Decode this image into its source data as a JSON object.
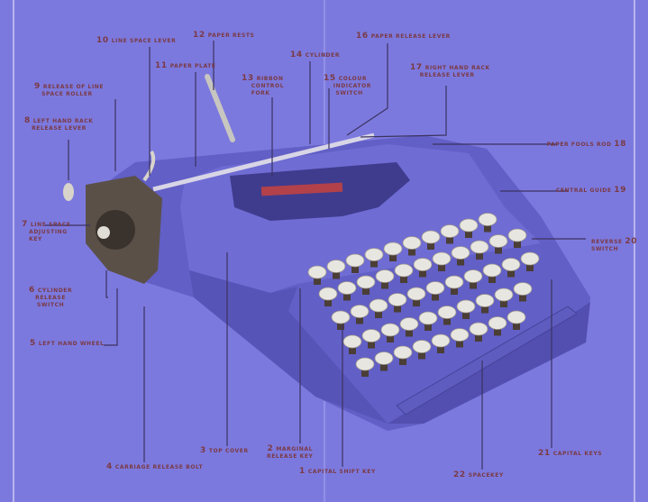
{
  "title": "Typewriter parts diagram",
  "colors": {
    "background": "#7c79de",
    "body": "#6e6bd0",
    "label": "#7a3a44",
    "key": "#e8e6e0"
  },
  "labels": [
    {
      "num": "1",
      "text": "CAPITAL SHIFT KEY"
    },
    {
      "num": "2",
      "text": "MARGINAL",
      "text2": "RELEASE KEY"
    },
    {
      "num": "3",
      "text": "TOP COVER"
    },
    {
      "num": "4",
      "text": "CARRIAGE RELEASE BOLT"
    },
    {
      "num": "5",
      "text": "LEFT HAND WHEEL"
    },
    {
      "num": "6",
      "text": "CYLINDER",
      "text2": "RELEASE",
      "text3": "SWITCH"
    },
    {
      "num": "7",
      "text": "LINE SPACE",
      "text2": "ADJUSTING",
      "text3": "KEY"
    },
    {
      "num": "8",
      "text": "LEFT HAND RACK",
      "text2": "RELEASE LEVER"
    },
    {
      "num": "9",
      "text": "RELEASE OF LINE",
      "text2": "SPACE ROLLER"
    },
    {
      "num": "10",
      "text": "LINE SPACE LEVER"
    },
    {
      "num": "11",
      "text": "PAPER PLATE"
    },
    {
      "num": "12",
      "text": "PAPER RESTS"
    },
    {
      "num": "13",
      "text": "RIBBON",
      "text2": "CONTROL",
      "text3": "FORK"
    },
    {
      "num": "14",
      "text": "CYLINDER"
    },
    {
      "num": "15",
      "text": "COLOUR",
      "text2": "INDICATOR",
      "text3": "SWITCH"
    },
    {
      "num": "16",
      "text": "PAPER RELEASE LEVER"
    },
    {
      "num": "17",
      "text": "RIGHT HAND RACK",
      "text2": "RELEASE LEVER"
    },
    {
      "num": "18",
      "text": "PAPER FOOLS ROD"
    },
    {
      "num": "19",
      "text": "CENTRAL GUIDE"
    },
    {
      "num": "20",
      "text": "REVERSE",
      "text2": "SWITCH"
    },
    {
      "num": "21",
      "text": "CAPITAL KEYS"
    },
    {
      "num": "22",
      "text": "SPACEKEY"
    }
  ]
}
